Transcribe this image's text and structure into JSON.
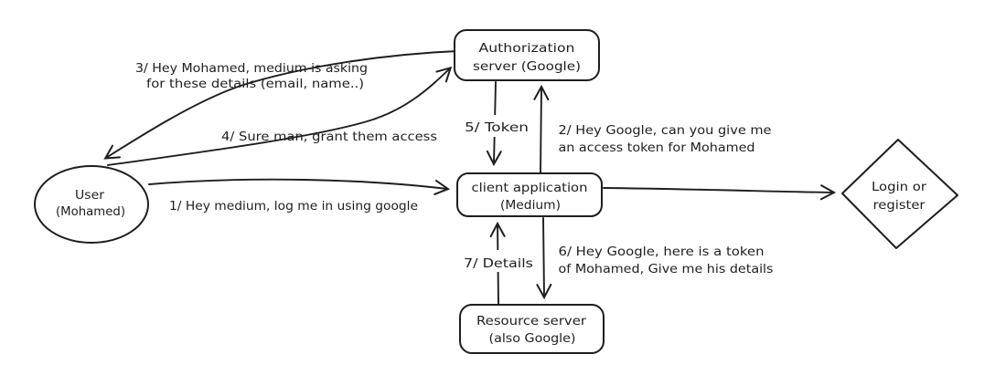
{
  "diagram": {
    "type": "flow-diagram",
    "style": "hand-drawn",
    "colors": {
      "background": "#ffffff",
      "stroke": "#1e1e1e",
      "text": "#1e1e1e"
    },
    "nodes": {
      "user": {
        "shape": "ellipse",
        "label_line1": "User",
        "label_line2": "(Mohamed)"
      },
      "auth_server": {
        "shape": "rounded-rectangle",
        "label_line1": "Authorization",
        "label_line2": "server (Google)"
      },
      "client_app": {
        "shape": "rounded-rectangle",
        "label_line1": "client application",
        "label_line2": "(Medium)"
      },
      "resource_server": {
        "shape": "rounded-rectangle",
        "label_line1": "Resource server",
        "label_line2": "(also Google)"
      },
      "login_register": {
        "shape": "diamond",
        "label_line1": "Login or",
        "label_line2": "register"
      }
    },
    "edges": {
      "step1": {
        "from": "user",
        "to": "client_app",
        "label": "1/ Hey medium, log me in using google"
      },
      "step2": {
        "from": "client_app",
        "to": "auth_server",
        "label_line1": "2/ Hey Google, can you give me",
        "label_line2": "an access token for Mohamed"
      },
      "step3": {
        "from": "auth_server",
        "to": "user",
        "label_line1": "3/ Hey Mohamed, medium is asking",
        "label_line2": "for these details (email, name..)"
      },
      "step4": {
        "from": "user",
        "to": "auth_server",
        "label": "4/ Sure man, grant them access"
      },
      "step5": {
        "from": "auth_server",
        "to": "client_app",
        "label": "5/ Token"
      },
      "step6": {
        "from": "client_app",
        "to": "resource_server",
        "label_line1": "6/ Hey Google, here is a token",
        "label_line2": "of Mohamed, Give me his details"
      },
      "step7": {
        "from": "resource_server",
        "to": "client_app",
        "label": "7/ Details"
      },
      "to_login": {
        "from": "client_app",
        "to": "login_register"
      }
    }
  }
}
